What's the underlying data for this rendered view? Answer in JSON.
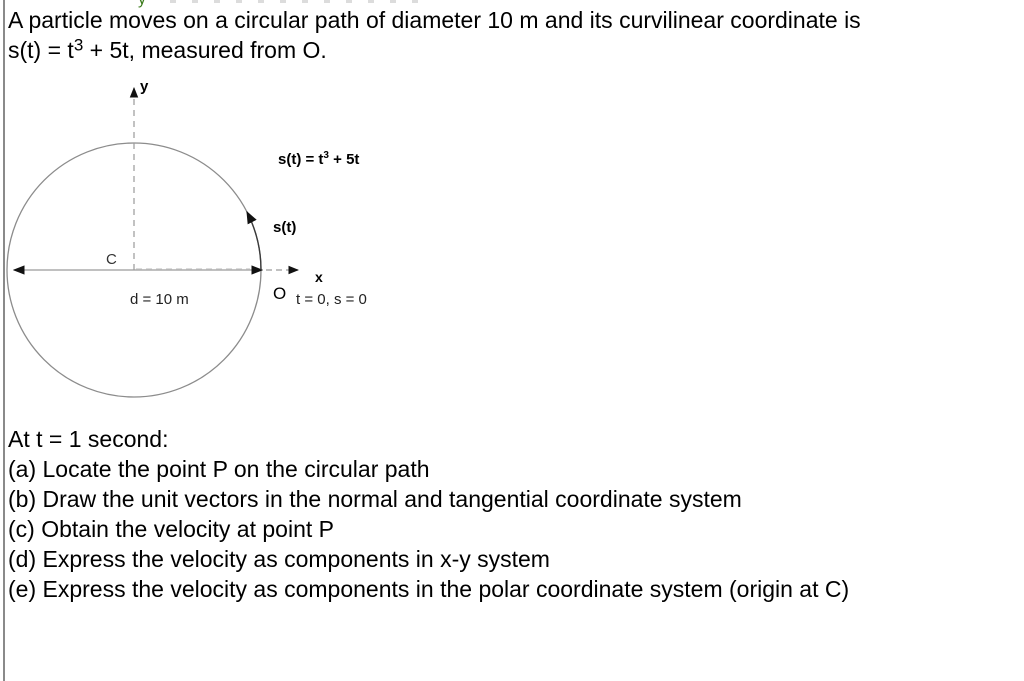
{
  "problem": {
    "intro_line1": "A particle moves on a circular path of diameter 10 m and its curvilinear  coordinate is",
    "intro_line2_prefix": "s(t) = t",
    "intro_line2_exp": "3",
    "intro_line2_suffix": " + 5t, measured from O."
  },
  "diagram": {
    "y_axis_label": "y",
    "x_axis_label": "x",
    "center_label": "C",
    "diameter_label": "d = 10 m",
    "equation_label_prefix": "s(t) = t",
    "equation_label_exp": "3",
    "equation_label_suffix": " + 5t",
    "arc_label": "s(t)",
    "origin_label": "O",
    "initial_condition": "t = 0, s = 0",
    "colors": {
      "circle": "#8c8c8c",
      "arc": "#3a3a3a",
      "axes": "#9a9a9a"
    }
  },
  "questions": {
    "header": "At t = 1 second:",
    "items": [
      "(a) Locate the point P on the circular path",
      "(b) Draw the unit vectors in the normal and tangential coordinate system",
      "(c) Obtain the velocity at point P",
      "(d) Express the velocity as components in x-y system",
      "(e) Express the velocity as components in the polar coordinate system (origin at C)"
    ]
  }
}
